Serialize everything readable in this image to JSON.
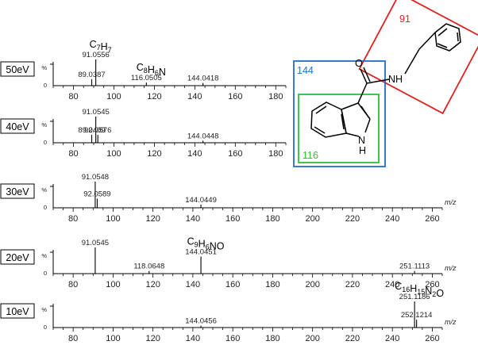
{
  "chart_data": [
    {
      "type": "bar",
      "panel_label": "50eV",
      "xlim": [
        70,
        185
      ],
      "x_ticks": [
        80,
        100,
        120,
        140,
        160,
        180
      ],
      "y_ticks": [
        "%",
        "0"
      ],
      "peaks": [
        {
          "x": 89.0387,
          "rel": 0.25,
          "label": "89.0387"
        },
        {
          "x": 91.0556,
          "rel": 1.0,
          "label": "91.0556"
        },
        {
          "x": 116.0505,
          "rel": 0.12,
          "label": "116.0505"
        },
        {
          "x": 144.0418,
          "rel": 0.1,
          "label": "144.0418"
        }
      ],
      "formulas": [
        {
          "id": "c7h7",
          "anchor": 91.0556,
          "parts": [
            [
              "C",
              ""
            ],
            [
              "7",
              "sub"
            ],
            [
              "H",
              ""
            ],
            [
              "7",
              "sub"
            ]
          ]
        },
        {
          "id": "c8h6n",
          "anchor": 116.0505,
          "parts": [
            [
              "C",
              ""
            ],
            [
              "8",
              "sub"
            ],
            [
              "H",
              ""
            ],
            [
              "6",
              "sub"
            ],
            [
              "N",
              ""
            ]
          ]
        }
      ]
    },
    {
      "type": "bar",
      "panel_label": "40eV",
      "xlim": [
        70,
        185
      ],
      "x_ticks": [
        80,
        100,
        120,
        140,
        160,
        180
      ],
      "y_ticks": [
        "%",
        "0"
      ],
      "peaks": [
        {
          "x": 89.0409,
          "rel": 0.3,
          "label": "89.0409"
        },
        {
          "x": 91.0545,
          "rel": 1.0,
          "label": "91.0545"
        },
        {
          "x": 92.0576,
          "rel": 0.3,
          "label": "92.0576"
        },
        {
          "x": 144.0448,
          "rel": 0.08,
          "label": "144.0448"
        }
      ],
      "formulas": []
    },
    {
      "type": "bar",
      "panel_label": "30eV",
      "xlim": [
        70,
        265
      ],
      "x_ticks": [
        80,
        100,
        120,
        140,
        160,
        180,
        200,
        220,
        240,
        260
      ],
      "y_ticks": [
        "%",
        "0"
      ],
      "x_unit": "m/z",
      "peaks": [
        {
          "x": 91.0548,
          "rel": 1.0,
          "label": "91.0548"
        },
        {
          "x": 92.0589,
          "rel": 0.35,
          "label": "92.0589"
        },
        {
          "x": 144.0449,
          "rel": 0.12,
          "label": "144.0449"
        }
      ],
      "formulas": []
    },
    {
      "type": "bar",
      "panel_label": "20eV",
      "xlim": [
        70,
        265
      ],
      "x_ticks": [
        80,
        100,
        120,
        140,
        160,
        180,
        200,
        220,
        240,
        260
      ],
      "y_ticks": [
        "%",
        "0"
      ],
      "x_unit": "m/z",
      "peaks": [
        {
          "x": 91.0545,
          "rel": 1.0,
          "label": "91.0545"
        },
        {
          "x": 118.0648,
          "rel": 0.1,
          "label": "118.0648"
        },
        {
          "x": 144.0451,
          "rel": 0.65,
          "label": "144.0451"
        },
        {
          "x": 251.1113,
          "rel": 0.1,
          "label": "251.1113"
        }
      ],
      "formulas": [
        {
          "id": "c9h6no",
          "anchor": 144.0451,
          "parts": [
            [
              "C",
              ""
            ],
            [
              "9",
              "sub"
            ],
            [
              "H",
              ""
            ],
            [
              "6",
              "sub"
            ],
            [
              "NO",
              ""
            ]
          ]
        }
      ]
    },
    {
      "type": "bar",
      "panel_label": "10eV",
      "xlim": [
        70,
        265
      ],
      "x_ticks": [
        80,
        100,
        120,
        140,
        160,
        180,
        200,
        220,
        240,
        260
      ],
      "y_ticks": [
        "%",
        "0"
      ],
      "x_unit": "m/z",
      "peaks": [
        {
          "x": 144.0456,
          "rel": 0.07,
          "label": "144.0456"
        },
        {
          "x": 251.1186,
          "rel": 1.0,
          "label": "251.1186"
        },
        {
          "x": 252.1214,
          "rel": 0.3,
          "label": "252.1214"
        }
      ],
      "formulas": [
        {
          "id": "c16h15n2o",
          "anchor": 251.1186,
          "parts": [
            [
              "C",
              ""
            ],
            [
              "16",
              "sub"
            ],
            [
              "H",
              ""
            ],
            [
              "15",
              "sub"
            ],
            [
              "N",
              ""
            ],
            [
              "2",
              "sub"
            ],
            [
              "O",
              ""
            ]
          ]
        }
      ]
    }
  ],
  "structure": {
    "fragments": [
      {
        "id": "frag-91",
        "label": "91",
        "color": "#e02020"
      },
      {
        "id": "frag-144",
        "label": "144",
        "color": "#1f6fd0"
      },
      {
        "id": "frag-116",
        "label": "116",
        "color": "#2bbf3a"
      }
    ],
    "atoms": {
      "O": "O",
      "NH_amide": "NH",
      "NH_ring": "H",
      "N_ring": "N"
    }
  }
}
